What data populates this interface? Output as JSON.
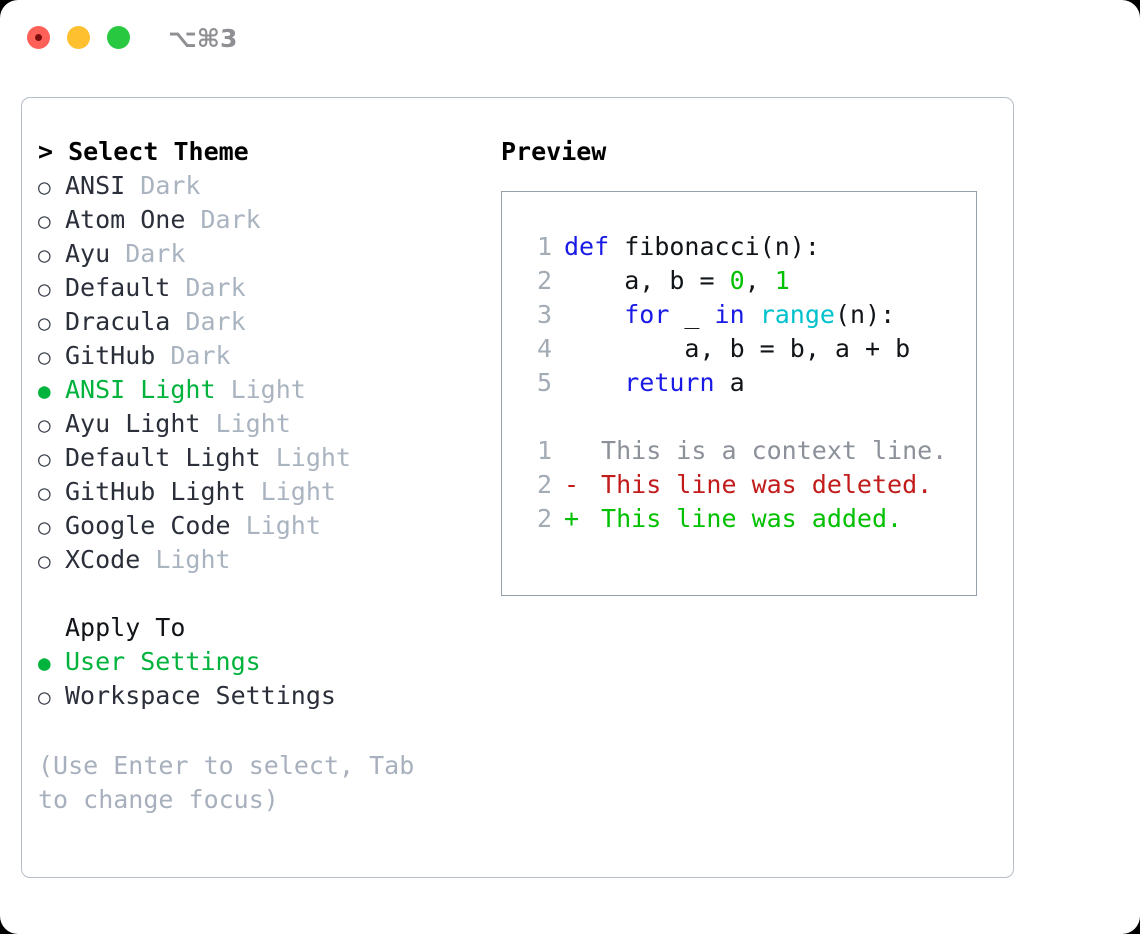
{
  "titlebar": {
    "shortcut": "⌥⌘3",
    "buttons": [
      {
        "name": "close",
        "color": "#ff6058"
      },
      {
        "name": "minimize",
        "color": "#fec02f"
      },
      {
        "name": "maximize",
        "color": "#28c940"
      }
    ]
  },
  "theme_section": {
    "heading": "> Select Theme",
    "items": [
      {
        "label": "ANSI",
        "suffix": "Dark",
        "selected": false
      },
      {
        "label": "Atom One",
        "suffix": "Dark",
        "selected": false
      },
      {
        "label": "Ayu",
        "suffix": "Dark",
        "selected": false
      },
      {
        "label": "Default",
        "suffix": "Dark",
        "selected": false
      },
      {
        "label": "Dracula",
        "suffix": "Dark",
        "selected": false
      },
      {
        "label": "GitHub",
        "suffix": "Dark",
        "selected": false
      },
      {
        "label": "ANSI Light",
        "suffix": "Light",
        "selected": true
      },
      {
        "label": "Ayu Light",
        "suffix": "Light",
        "selected": false
      },
      {
        "label": "Default Light",
        "suffix": "Light",
        "selected": false
      },
      {
        "label": "GitHub Light",
        "suffix": "Light",
        "selected": false
      },
      {
        "label": "Google Code",
        "suffix": "Light",
        "selected": false
      },
      {
        "label": "XCode",
        "suffix": "Light",
        "selected": false
      }
    ]
  },
  "apply_section": {
    "heading": "Apply To",
    "items": [
      {
        "label": "User Settings",
        "selected": true
      },
      {
        "label": "Workspace Settings",
        "selected": false
      }
    ]
  },
  "hint": "(Use Enter to select, Tab to change focus)",
  "preview": {
    "heading": "Preview",
    "code_lines": [
      {
        "number": "1",
        "tokens": [
          {
            "text": "def ",
            "type": "kw"
          },
          {
            "text": "fibonacci(n):",
            "type": "plain"
          }
        ]
      },
      {
        "number": "2",
        "tokens": [
          {
            "text": "    a, b = ",
            "type": "plain"
          },
          {
            "text": "0",
            "type": "num"
          },
          {
            "text": ", ",
            "type": "plain"
          },
          {
            "text": "1",
            "type": "num"
          }
        ]
      },
      {
        "number": "3",
        "tokens": [
          {
            "text": "    ",
            "type": "plain"
          },
          {
            "text": "for",
            "type": "kw"
          },
          {
            "text": " _ ",
            "type": "plain"
          },
          {
            "text": "in",
            "type": "kw"
          },
          {
            "text": " ",
            "type": "plain"
          },
          {
            "text": "range",
            "type": "fn"
          },
          {
            "text": "(n):",
            "type": "plain"
          }
        ]
      },
      {
        "number": "4",
        "tokens": [
          {
            "text": "        a, b = b, a + b",
            "type": "plain"
          }
        ]
      },
      {
        "number": "5",
        "tokens": [
          {
            "text": "    ",
            "type": "plain"
          },
          {
            "text": "return",
            "type": "kw"
          },
          {
            "text": " a",
            "type": "plain"
          }
        ]
      }
    ],
    "diff_lines": [
      {
        "number": "1",
        "mark": " ",
        "text": " This is a context line.",
        "type": "ctx"
      },
      {
        "number": "2",
        "mark": "-",
        "text": " This line was deleted.",
        "type": "del"
      },
      {
        "number": "2",
        "mark": "+",
        "text": " This line was added.",
        "type": "add"
      }
    ]
  },
  "colors": {
    "accent_green": "#00b33c",
    "keyword_blue": "#1a1ae6",
    "function_cyan": "#00c2cc",
    "number_green": "#00c000",
    "diff_delete_red": "#c21b1b",
    "diff_add_green": "#00c000",
    "muted_gray": "#aab4c0",
    "border_gray": "#95a0ad"
  }
}
